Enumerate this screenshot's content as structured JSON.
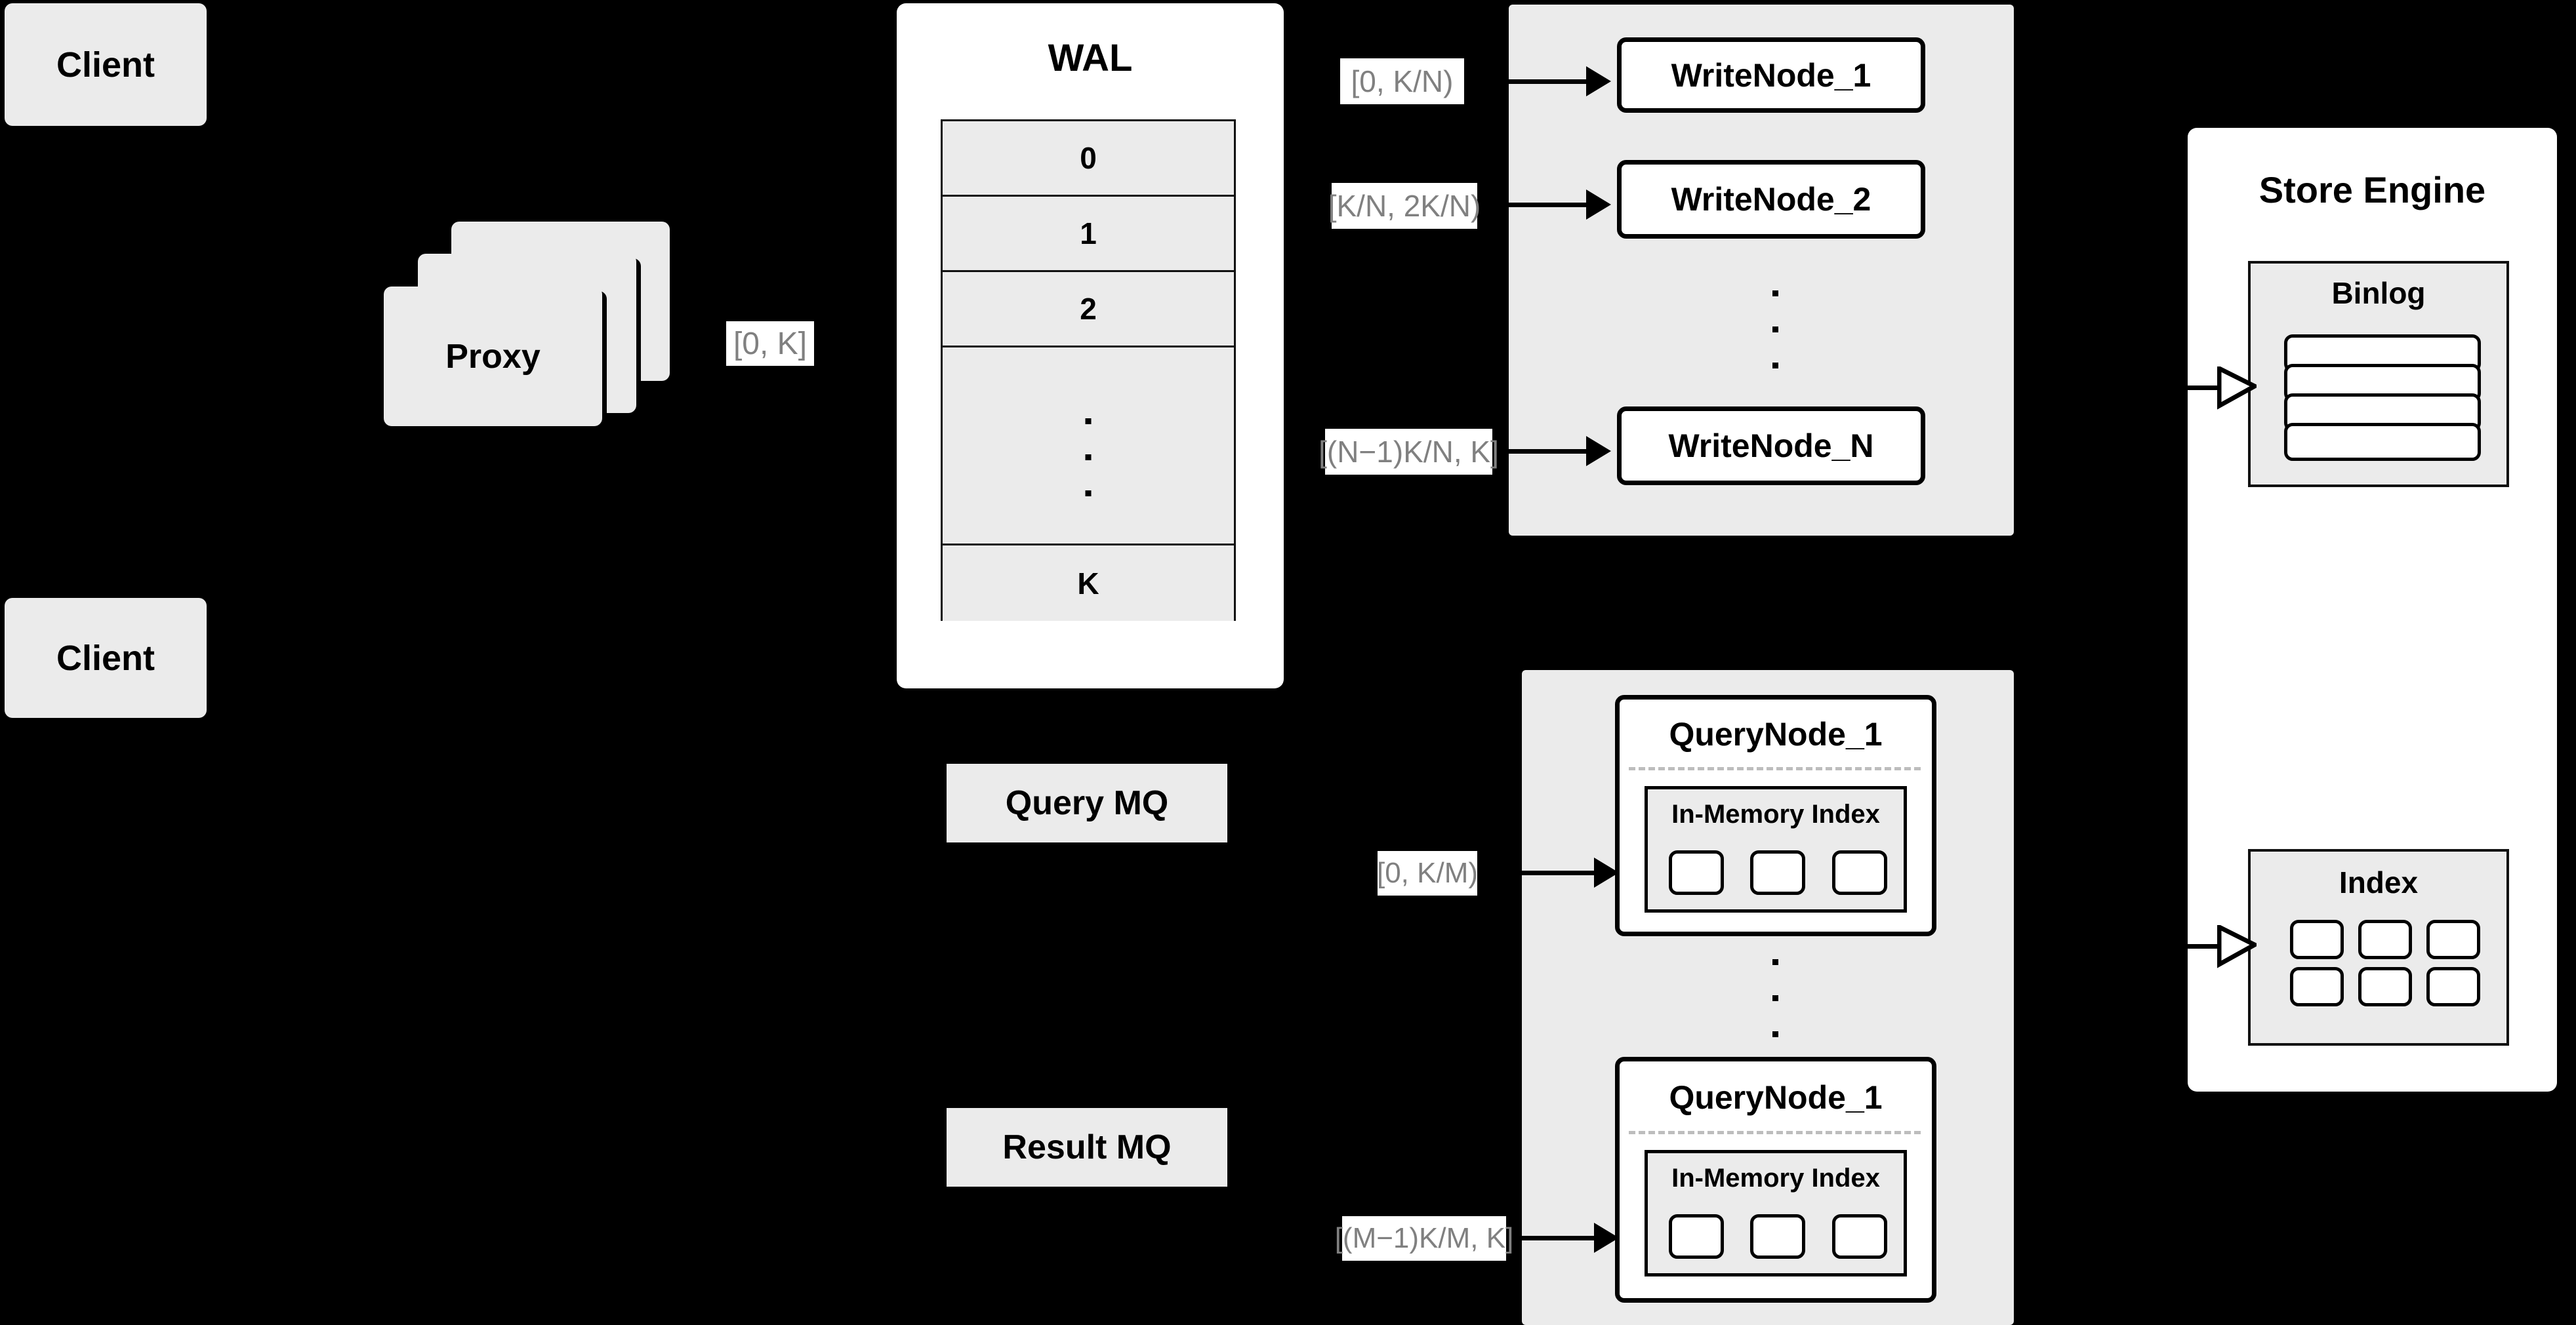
{
  "diagram": {
    "title": "Distributed write/query architecture",
    "colors": {
      "background": "#000000",
      "panel_fill": "#ffffff",
      "box_fill": "#ebebeb",
      "stroke": "#000000",
      "label_text": "#808080",
      "divider": "#bdbdbd"
    }
  },
  "clients": [
    {
      "label": "Client"
    },
    {
      "label": "Client"
    }
  ],
  "proxy": {
    "label": "Proxy",
    "stack_count": 3,
    "output_range_label": "[0, K]"
  },
  "wal": {
    "title": "WAL",
    "rows": [
      "0",
      "1",
      "2",
      "",
      "K"
    ],
    "ellipsis_row_index": 3,
    "ellipsis_dots": 3
  },
  "write_cluster": {
    "nodes": [
      {
        "label": "WriteNode_1",
        "range_label": "[0,  K/N)"
      },
      {
        "label": "WriteNode_2",
        "range_label": "[K/N, 2K/N)"
      },
      {
        "label": "WriteNode_N",
        "range_label": "[(N−1)K/N,  K]"
      }
    ],
    "ellipsis_dots": 3
  },
  "query_mq": {
    "label": "Query MQ"
  },
  "result_mq": {
    "label": "Result MQ"
  },
  "query_cluster": {
    "nodes": [
      {
        "label": "QueryNode_1",
        "range_label": "[0, K/M)",
        "inner": {
          "title": "In-Memory Index",
          "slot_count": 3
        }
      },
      {
        "label": "QueryNode_1",
        "range_label": "[(M−1)K/M, K]",
        "inner": {
          "title": "In-Memory Index",
          "slot_count": 3
        }
      }
    ],
    "ellipsis_dots": 3
  },
  "store_engine": {
    "title": "Store Engine",
    "binlog": {
      "title": "Binlog",
      "row_count": 4
    },
    "index": {
      "title": "Index",
      "rows": 2,
      "columns": 3
    }
  }
}
